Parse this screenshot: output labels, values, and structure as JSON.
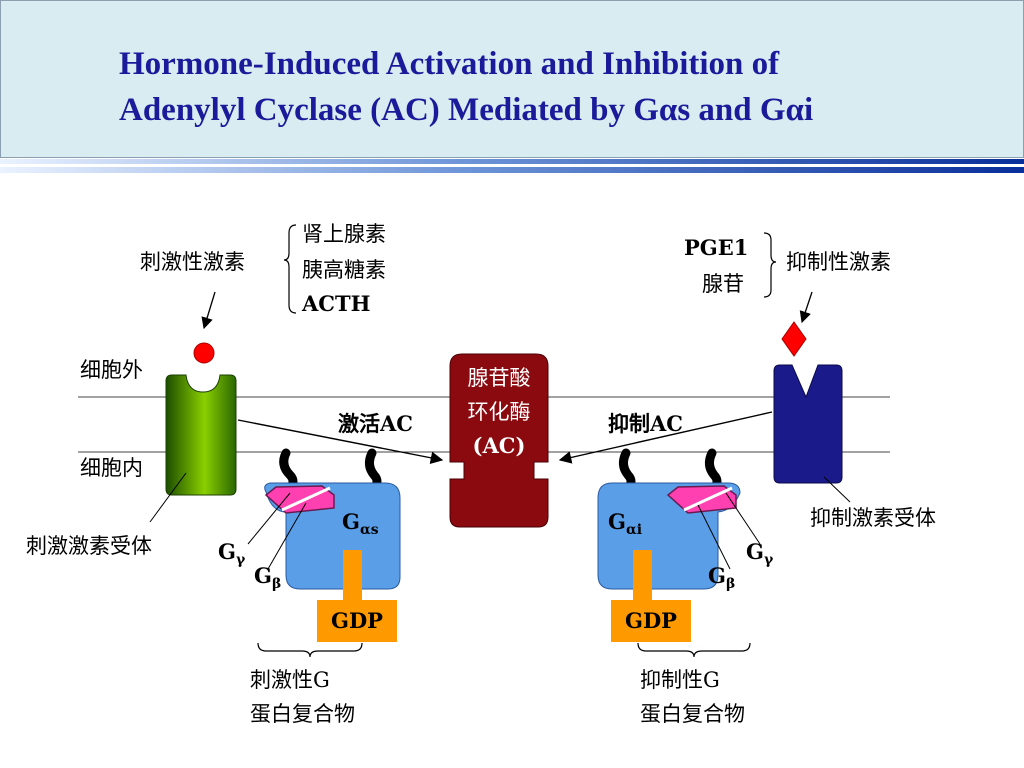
{
  "slide": {
    "title_line1": "Hormone-Induced Activation and Inhibition of",
    "title_line2_prefix": "Adenylyl Cyclase (AC) Mediated by G",
    "title_alpha": "α",
    "title_line2_mid": "s and G",
    "title_alpha2": "α",
    "title_line2_suffix": "i"
  },
  "diagram": {
    "stim_hormone_label": "刺激性激素",
    "stim_hormones": [
      "肾上腺素",
      "胰高糖素",
      "ACTH"
    ],
    "inhib_hormones": [
      "PGE1",
      "腺苷"
    ],
    "inhib_hormone_label": "抑制性激素",
    "extracellular": "细胞外",
    "intracellular": "细胞内",
    "ac_lines": [
      "腺苷酸",
      "环化酶",
      "(AC)"
    ],
    "activate_ac": "激活AC",
    "inhibit_ac": "抑制AC",
    "stim_receptor": "刺激激素受体",
    "inhib_receptor": "抑制激素受体",
    "gas_G": "G",
    "gas_sub": "αs",
    "gai_G": "G",
    "gai_sub": "αi",
    "gamma_G": "G",
    "gamma_sub": "γ",
    "beta_G": "G",
    "beta_sub": "β",
    "gdp": "GDP",
    "stim_complex": [
      "刺激性G",
      "蛋白复合物"
    ],
    "inhib_complex": [
      "抑制性G",
      "蛋白复合物"
    ]
  },
  "colors": {
    "title": "#1a1a9a",
    "header_bg": "#d8ecf1",
    "stim_receptor": "#4a8a00",
    "inhib_receptor": "#1a1a8a",
    "ac_enzyme": "#8b0a10",
    "g_protein": "#5a9ee8",
    "beta_gamma": "#ff40b0",
    "gdp": "#ff9900",
    "hormone": "#ff0000"
  }
}
